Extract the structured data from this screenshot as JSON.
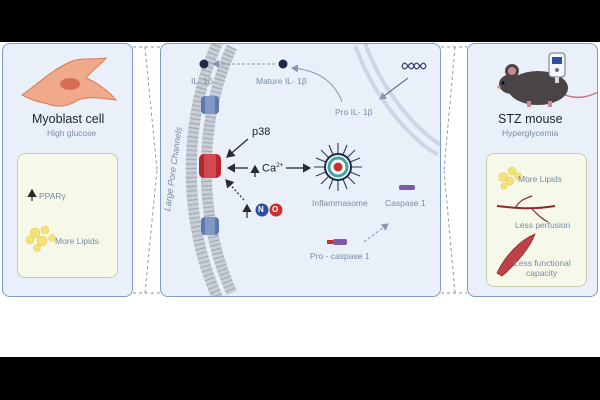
{
  "left_panel": {
    "title": "Myoblast cell",
    "subtitle": "High glucose",
    "pparg_label": "PPARγ",
    "lipids_label": "More Lipids"
  },
  "center_panel": {
    "channels_label": "Large Pore Channels",
    "il1b_label": "IL- 1β",
    "mature_il1b_label": "Mature IL- 1β",
    "pro_il1b_label": "Pro IL- 1β",
    "p38_label": "p38",
    "ca_label": "Ca",
    "ca_charge": "2+",
    "inflammasome_label": "Inflammasome",
    "caspase1_label": "Caspase 1",
    "pro_caspase1_label": "Pro - caspase 1",
    "no_n": "N",
    "no_o": "O"
  },
  "right_panel": {
    "title": "STZ mouse",
    "subtitle": "Hyperglycemia",
    "lipids_label": "More Lipids",
    "perfusion_label": "Less perfusion",
    "capacity_label_1": "Less functional",
    "capacity_label_2": "capacity"
  },
  "colors": {
    "panel_bg": "#e9f0fa",
    "panel_border": "#7d9cc9",
    "sub_bg": "#f6f8e9",
    "channel_blue": "#5b78b0",
    "channel_red": "#b8262d",
    "lipid_yellow": "#f3e27a",
    "caspase_purple": "#7b5aa6"
  }
}
